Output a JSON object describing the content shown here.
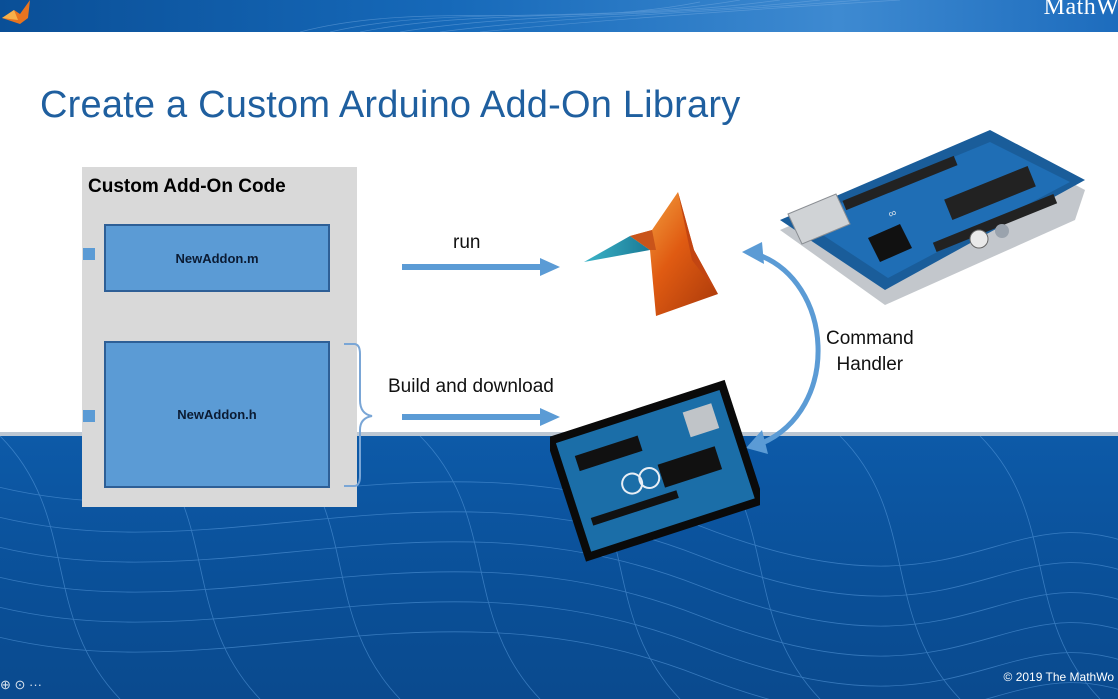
{
  "brand": {
    "name": "MathWo"
  },
  "slide": {
    "title": "Create a Custom Arduino Add-On Library"
  },
  "code_panel": {
    "title": "Custom Add-On Code",
    "files": [
      "NewAddon.m",
      "NewAddon.h"
    ]
  },
  "labels": {
    "run": "run",
    "build": "Build and download",
    "command_line1": "Command",
    "command_line2": "Handler"
  },
  "footer": {
    "copyright": "© 2019 The MathWo"
  },
  "player": {
    "controls": "⊕ ⊙ ···"
  },
  "icons": [
    "matlab-membrane-logo",
    "arduino-board-photo",
    "arduino-board-icon",
    "mathworks-logo"
  ],
  "colors": {
    "title": "#1f5f9f",
    "file_box": "#5b9bd5",
    "arrow": "#5b9bd5",
    "band": "#0a4f97",
    "panel": "#d9d9d9"
  }
}
